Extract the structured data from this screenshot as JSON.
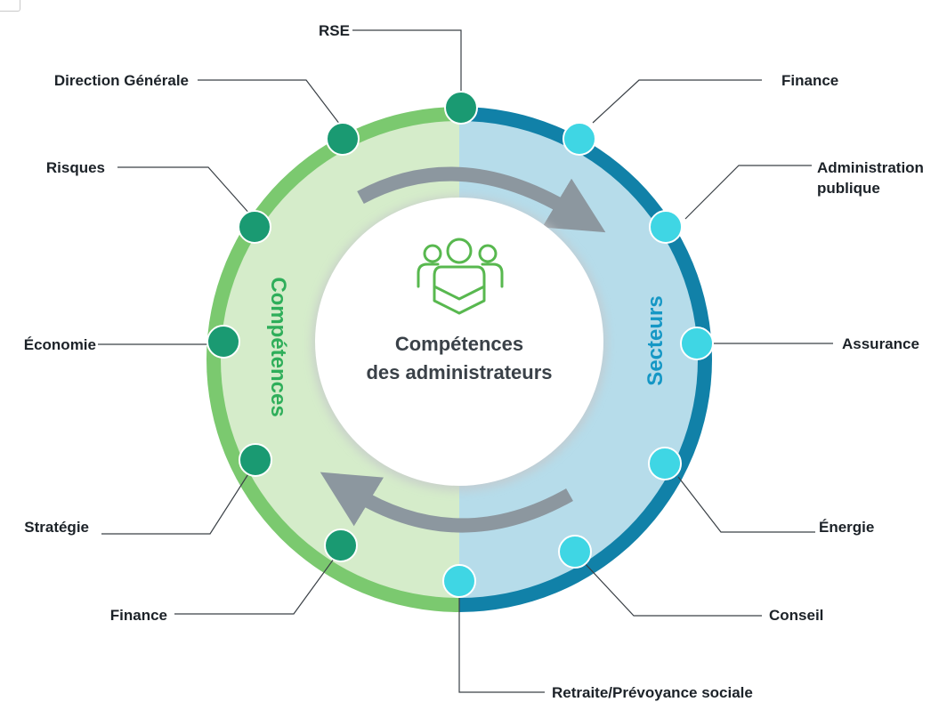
{
  "center": {
    "line1": "Compétences",
    "line2": "des administrateurs"
  },
  "sides": {
    "left": "Compétences",
    "right": "Secteurs"
  },
  "competences": [
    "RSE",
    "Direction Générale",
    "Risques",
    "Économie",
    "Stratégie",
    "Finance"
  ],
  "secteurs": [
    "Finance",
    "Administration",
    "publique",
    "Assurance",
    "Énergie",
    "Conseil",
    "Retraite/Prévoyance sociale"
  ],
  "icons": {
    "center": "people-group-icon",
    "cycle": "circular-arrows-icon"
  },
  "colors": {
    "green_ring": "#7bc96f",
    "green_fill": "#d5ecca",
    "green_node": "#1a9a72",
    "green_text": "#2fae5a",
    "blue_ring": "#1181a8",
    "blue_fill": "#b6dcea",
    "cyan_node": "#3fd6e4",
    "blue_text": "#1597c5",
    "arrow": "#8c979f",
    "icon_green": "#58b84f"
  }
}
